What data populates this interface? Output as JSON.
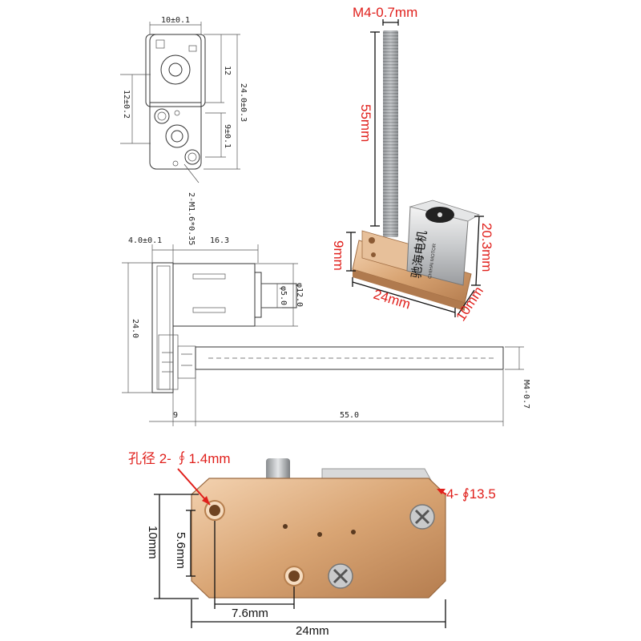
{
  "drawing_top": {
    "width_dim": "10±0.1",
    "half_height_dim": "12",
    "total_height_dim": "24.0±0.3",
    "left_height_dim": "12±0.2",
    "hole_pitch_dim": "9±0.1",
    "screw_note": "2-M1.6*0.35"
  },
  "drawing_side": {
    "plate_dim": "4.0±0.1",
    "motor_length_dim": "16.3",
    "height_dim": "24.0",
    "motor_dia_dim": "φ12.0",
    "shaft_dia_dim": "φ5.0",
    "gear_dim": "9",
    "screw_length_dim": "55.0",
    "thread_dim": "M4-0.7"
  },
  "photo_top": {
    "thread_label": "M4-0.7mm",
    "screw_length_label": "55mm",
    "height_label": "20.3mm",
    "gear_height_label": "9mm",
    "length_label": "24mm",
    "width_label": "10mm",
    "motor_brand_cn": "驰海电机",
    "motor_brand_en": "CHIHAI MOTOR"
  },
  "photo_bottom": {
    "hole_label": "孔径 2- ∮1.4mm",
    "corner_label": "4- ∮13.5",
    "height_label": "10mm",
    "hole_offset_label": "5.6mm",
    "hole_spacing_label": "7.6mm",
    "length_label": "24mm"
  },
  "colors": {
    "annotation_red": "#e0201c",
    "copper": "#d7a272",
    "steel": "#b9bcbf"
  }
}
